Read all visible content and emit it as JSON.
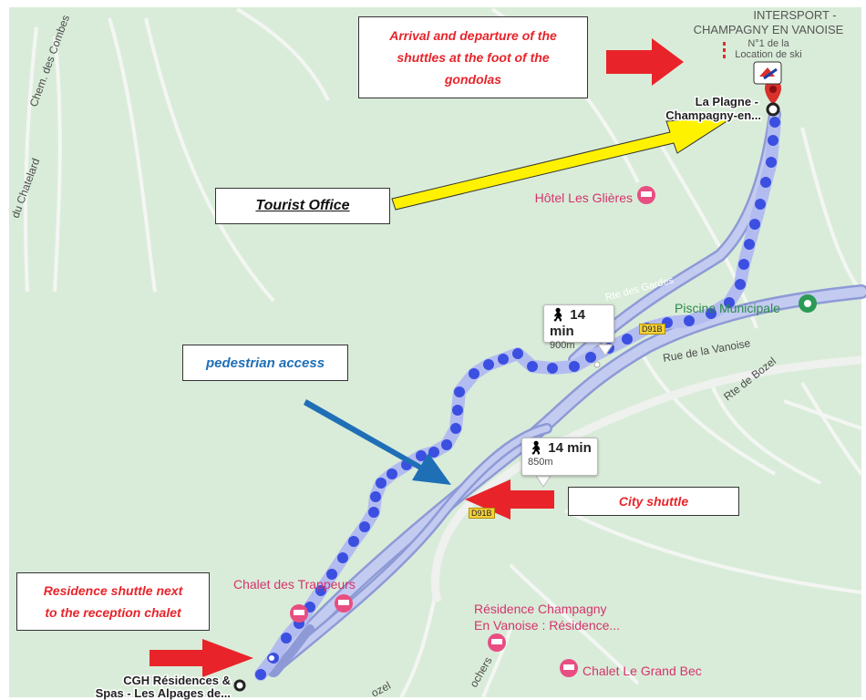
{
  "colors": {
    "route_blue": "#3b4fe0",
    "road_fill": "#b8c2ec",
    "map_bg": "#d9ecd9",
    "poi_pink": "#e84e82",
    "annot_red": "#e8242a",
    "annot_yellow": "#fff200",
    "annot_blue": "#1f6fb7"
  },
  "map": {
    "street_labels": [
      {
        "id": "combes",
        "text": "Chem. des Combes"
      },
      {
        "id": "chatelard",
        "text": "du Chatelard"
      },
      {
        "id": "gardes",
        "text": "Rte des Gardes"
      },
      {
        "id": "vanoise",
        "text": "Rue de la Vanoise"
      },
      {
        "id": "bozel",
        "text": "Rte de Bozel"
      },
      {
        "id": "ozel",
        "text": "ozel"
      },
      {
        "id": "ochers",
        "text": "ochers"
      }
    ],
    "pois": {
      "intersport_l1": "INTERSPORT -",
      "intersport_l2": "CHAMPAGNY EN VANOISE",
      "intersport_sub1": "N°1 de la",
      "intersport_sub2": "Location de ski",
      "laplagne_l1": "La Plagne -",
      "laplagne_l2": "Champagny-en...",
      "hotel_glieres": "Hôtel Les Glières",
      "piscine": "Piscine Municipale",
      "chalet_trappeurs": "Chalet des Trappeurs",
      "residence_l1": "Résidence Champagny",
      "residence_l2": "En Vanoise : Résidence...",
      "chalet_grand_bec": "Chalet Le Grand Bec",
      "cgh_l1": "CGH Résidences &",
      "cgh_l2": "Spas - Les Alpages de..."
    },
    "road_badges": [
      "D91B",
      "D91B"
    ],
    "routes": [
      {
        "id": "walk1",
        "duration": "14 min",
        "distance": "900m",
        "mode": "walking-icon"
      },
      {
        "id": "walk2",
        "duration": "14 min",
        "distance": "850m",
        "mode": "walking-icon"
      }
    ]
  },
  "annotations": {
    "arrival_l1": "Arrival and departure of the",
    "arrival_l2": "shuttles at the foot of the",
    "arrival_l3": "gondolas",
    "tourist_office": "Tourist Office",
    "pedestrian_access": "pedestrian access",
    "city_shuttle": "City shuttle",
    "residence_l1": "Residence shuttle next",
    "residence_l2": "to the reception chalet"
  }
}
